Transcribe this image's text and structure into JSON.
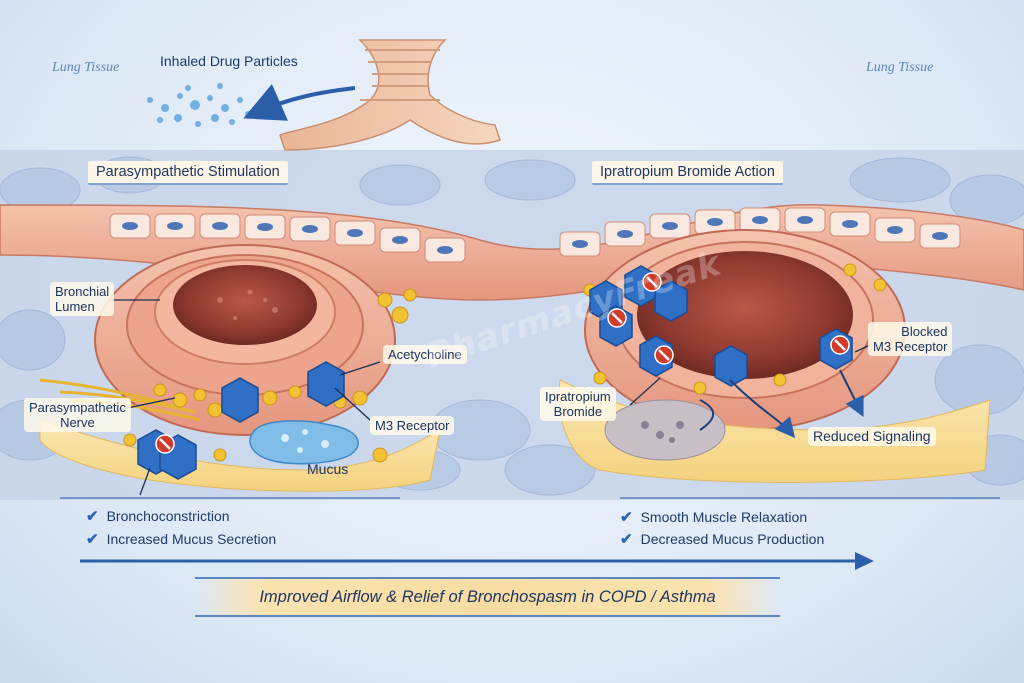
{
  "header": {
    "lung_left": "Lung Tissue",
    "lung_right": "Lung Tissue",
    "inhaled": "Inhaled Drug Particles"
  },
  "left_panel": {
    "title": "Parasympathetic Stimulation",
    "labels": {
      "bronchial_lumen": "Bronchial\nLumen",
      "acetylcholine": "Acetycholine",
      "nerve": "Parasympathetic\nNerve",
      "m3_receptor": "M3 Receptor",
      "mucus": "Mucus"
    },
    "effects": [
      "Bronchoconstriction",
      "Increased Mucus Secretion"
    ]
  },
  "right_panel": {
    "title": "Ipratropium Bromide Action",
    "labels": {
      "ipratropium": "Ipratropium\nBromide",
      "blocked": "Blocked\nM3 Receptor",
      "reduced": "Reduced Signaling"
    },
    "effects": [
      "Smooth Muscle Relaxation",
      "Decreased Mucus Production"
    ]
  },
  "banner": "Improved Airflow & Relief of Bronchospasm in COPD / Asthma",
  "watermark": "PharmacyFreak",
  "icons": {
    "check": "check-icon",
    "blocked": "no-entry-icon",
    "receptor": "receptor-icon"
  },
  "colors": {
    "tissue": "#e39a85",
    "lumen": "#a34a3a",
    "receptor": "#2f6fc6",
    "acetylcholine": "#f2c232",
    "blocker": "#d23a2a",
    "arrow": "#2a5ea8",
    "mucus": "#5fa9df"
  }
}
